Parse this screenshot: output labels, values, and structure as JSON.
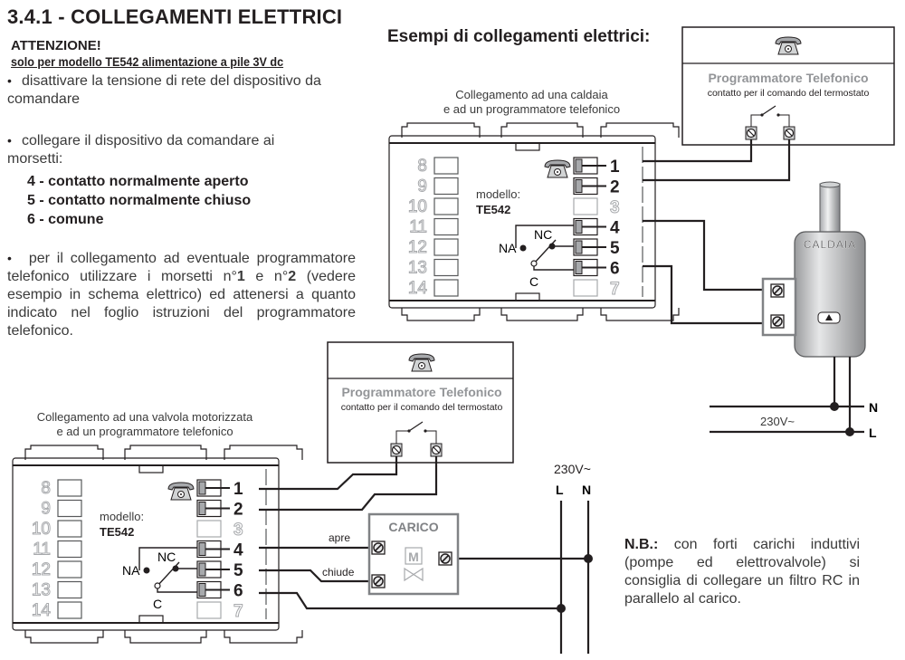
{
  "section": {
    "title": "3.4.1 - COLLEGAMENTI ELETTRICI",
    "warning_title": "ATTENZIONE!",
    "warning_subtitle": "solo per modello TE542 alimentazione a pile 3V dc"
  },
  "instructions": {
    "bullet1": "disattivare la tensione di rete del dispositivo da comandare",
    "bullet2_line1": "collegare il dispositivo da comandare ai",
    "bullet2_line2": "morsetti:",
    "terminals": [
      {
        "num": "4",
        "desc": "- contatto normalmente aperto"
      },
      {
        "num": "5",
        "desc": "- contatto normalmente chiuso"
      },
      {
        "num": "6",
        "desc": "- comune"
      }
    ],
    "bullet3_part1": "per il collegamento ad eventuale programmatore telefonico utilizzare i morsetti n°",
    "bullet3_num1": "1",
    "bullet3_and": " e n°",
    "bullet3_num2": "2",
    "bullet3_part2": " (vedere esempio in schema elettrico) ed attenersi a quanto indicato nel foglio istruzioni del programmatore telefonico."
  },
  "examples": {
    "title": "Esempi di collegamenti elettrici:",
    "diagram1_caption_l1": "Collegamento ad una caldaia",
    "diagram1_caption_l2": "e ad un programmatore telefonico",
    "diagram2_caption_l1": "Collegamento ad una valvola motorizzata",
    "diagram2_caption_l2": "e ad un programmatore telefonico"
  },
  "programmer": {
    "title": "Programmatore Telefonico",
    "subtitle": "contatto per il comando del termostato",
    "icon": "telephone-icon"
  },
  "thermostat": {
    "model_label": "modello:",
    "model": "TE542",
    "left_terminals": [
      "8",
      "9",
      "10",
      "11",
      "12",
      "13",
      "14"
    ],
    "right_terminals": [
      "1",
      "2",
      "3",
      "4",
      "5",
      "6",
      "7"
    ],
    "active_terminals": [
      "1",
      "2",
      "4",
      "5",
      "6"
    ],
    "contact_labels": {
      "na": "NA",
      "nc": "NC",
      "c": "C"
    }
  },
  "boiler": {
    "label": "CALDAIA"
  },
  "mains": {
    "voltage": "230V~",
    "neutral": "N",
    "line": "L"
  },
  "load": {
    "label": "CARICO",
    "motor": "M",
    "open": "apre",
    "close": "chiude"
  },
  "note": {
    "prefix": "N.B.:",
    "text": " con forti carichi induttivi (pompe ed elettrovalvole) si consiglia di collegare un filtro RC in parallelo al carico."
  }
}
